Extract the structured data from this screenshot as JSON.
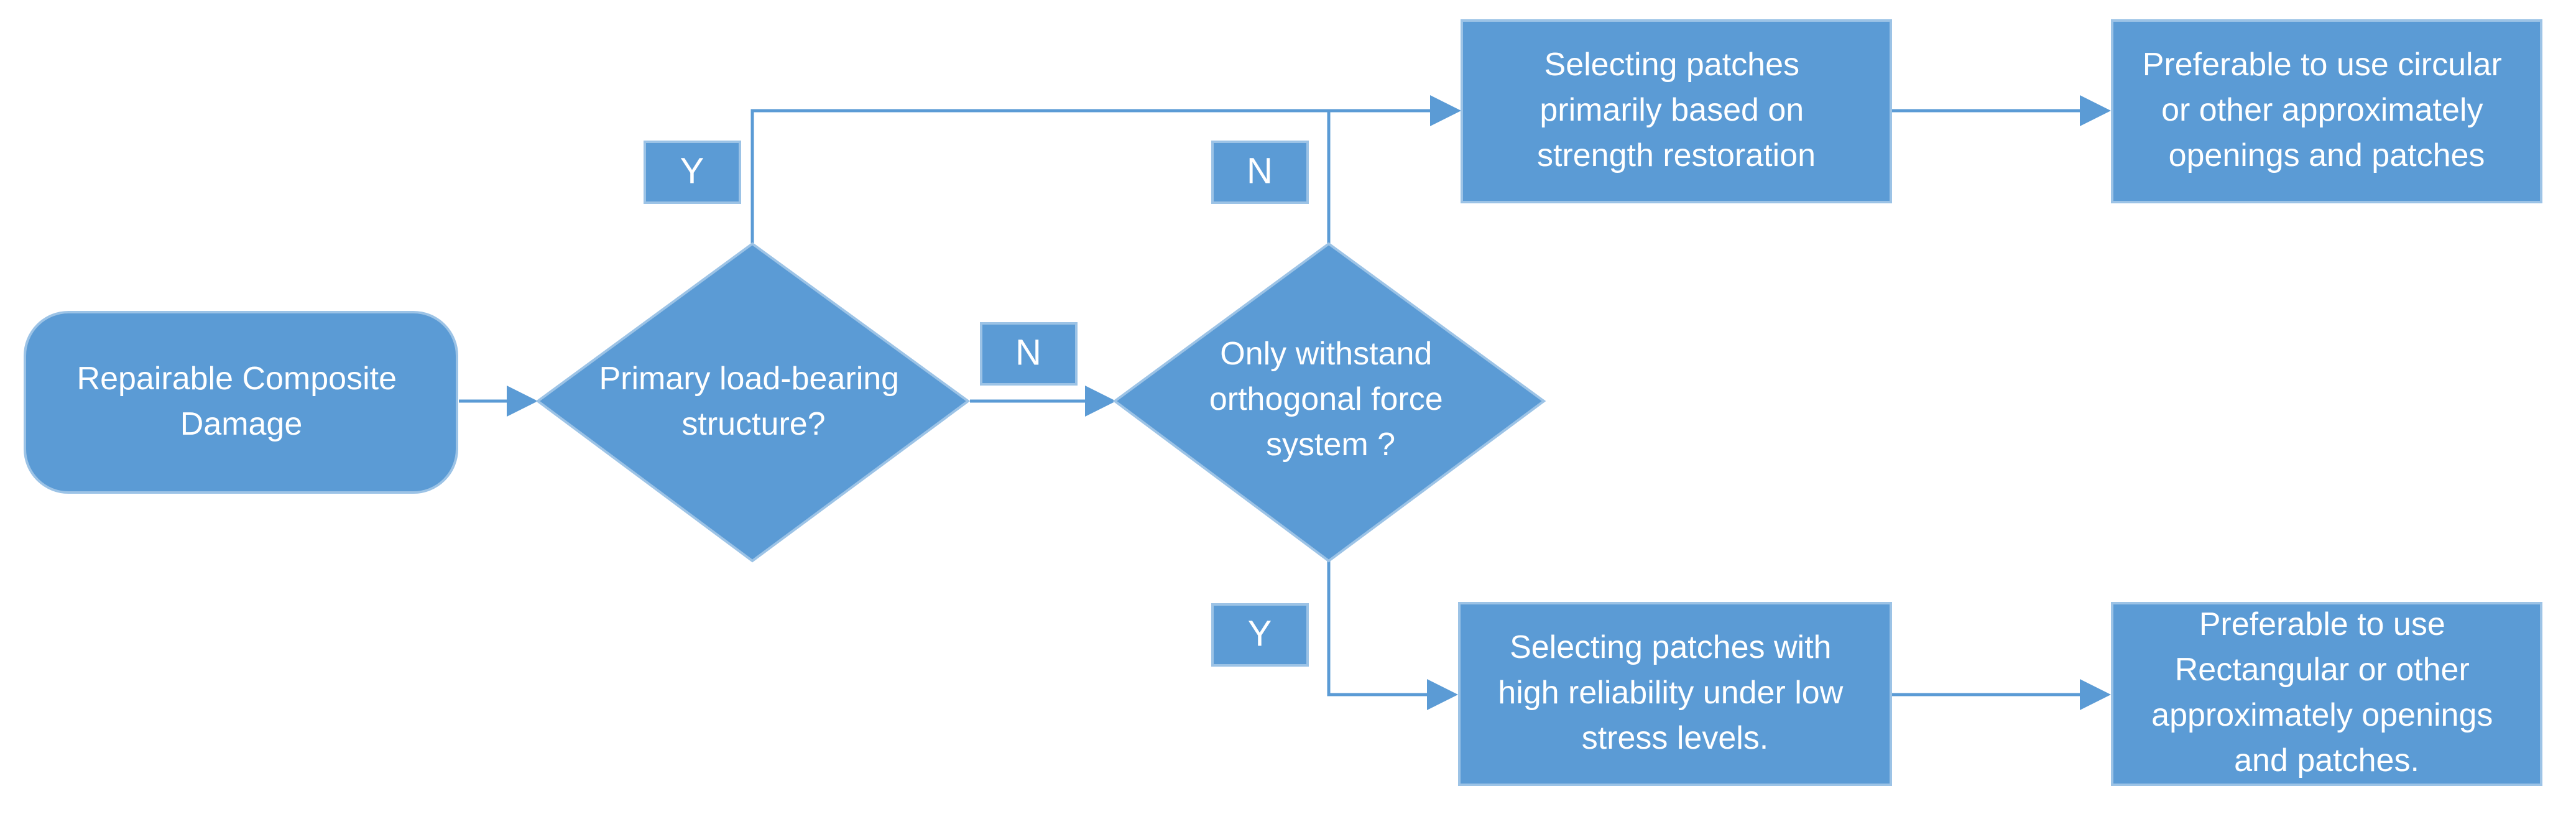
{
  "colors": {
    "shape_fill": "#5B9BD5",
    "shape_border": "#9CC3E6",
    "edge": "#5B9BD5",
    "text": "#FFFFFF",
    "background": "#FFFFFF"
  },
  "nodes": {
    "start": {
      "lines": [
        "Repairable Composite",
        "Damage"
      ]
    },
    "decision1": {
      "lines": [
        "Primary load-bearing",
        "structure?"
      ]
    },
    "decision2": {
      "lines": [
        "Only withstand",
        "orthogonal force",
        "system ?"
      ]
    },
    "box_strength": {
      "lines": [
        "Selecting patches",
        "primarily based on",
        "strength restoration"
      ]
    },
    "box_circular": {
      "lines": [
        "Preferable to use circular",
        "or other approximately",
        "openings and patches"
      ]
    },
    "box_reliability": {
      "lines": [
        "Selecting patches with",
        "high reliability under low",
        "stress levels."
      ]
    },
    "box_rectangular": {
      "lines": [
        "Preferable to use",
        "Rectangular or other",
        "approximately  openings",
        "and patches."
      ]
    }
  },
  "edge_labels": {
    "d1_yes": "Y",
    "d1_no": "N",
    "d2_no": "N",
    "d2_yes": "Y"
  }
}
